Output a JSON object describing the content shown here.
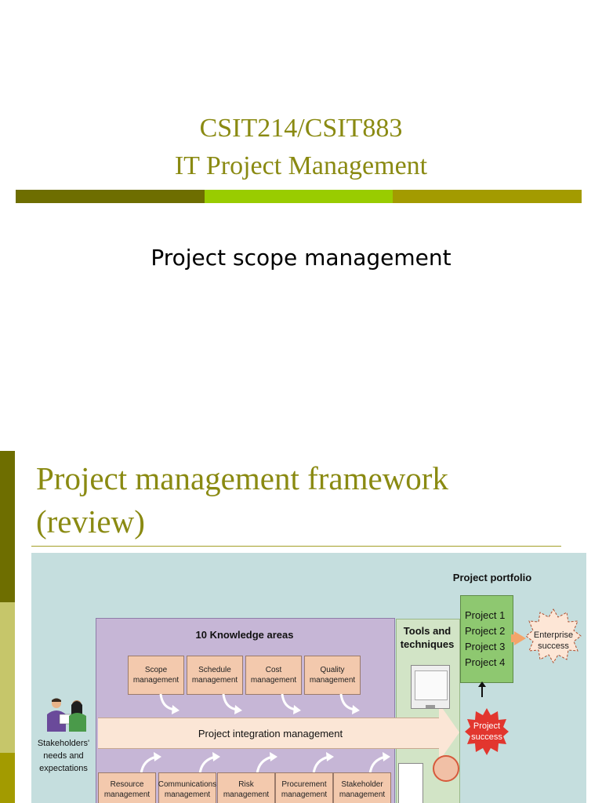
{
  "slide1": {
    "course_code": "CSIT214/CSIT883",
    "course_name": "IT Project Management",
    "subtitle": "Project scope management",
    "bar_colors": [
      "#6e6e00",
      "#99cc00",
      "#a39b00"
    ]
  },
  "slide2": {
    "title_line1": "Project management framework",
    "title_line2": "(review)",
    "side_bar_colors": [
      "#6e6e00",
      "#c6c66a",
      "#a39b00"
    ],
    "figure": {
      "project_portfolio": "Project portfolio",
      "projects": [
        "Project 1",
        "Project 2",
        "Project 3",
        "Project 4"
      ],
      "enterprise_success": "Enterprise success",
      "project_success": "Project success",
      "knowledge_areas_title": "10 Knowledge areas",
      "tools_title": "Tools and techniques",
      "top_areas": [
        "Scope management",
        "Schedule management",
        "Cost management",
        "Quality management"
      ],
      "integration": "Project integration management",
      "bottom_areas": [
        "Resource management",
        "Communications management",
        "Risk management",
        "Procurement management",
        "Stakeholder management"
      ],
      "stakeholders": "Stakeholders' needs and expectations"
    }
  }
}
